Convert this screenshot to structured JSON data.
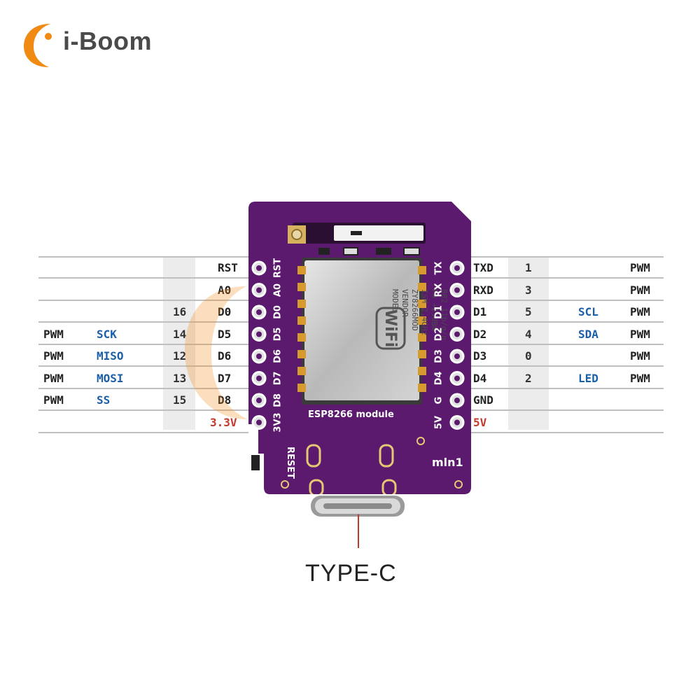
{
  "brand": {
    "name": "i-Boom",
    "accent": "#f08a12",
    "text_color": "#4a4a4a"
  },
  "left_rows": [
    {
      "func": "",
      "alt": "",
      "gpio": "",
      "label": "RST"
    },
    {
      "func": "",
      "alt": "",
      "gpio": "",
      "label": "A0"
    },
    {
      "func": "",
      "alt": "",
      "gpio": "16",
      "label": "D0"
    },
    {
      "func": "PWM",
      "alt": "SCK",
      "gpio": "14",
      "label": "D5"
    },
    {
      "func": "PWM",
      "alt": "MISO",
      "gpio": "12",
      "label": "D6"
    },
    {
      "func": "PWM",
      "alt": "MOSI",
      "gpio": "13",
      "label": "D7"
    },
    {
      "func": "PWM",
      "alt": "SS",
      "gpio": "15",
      "label": "D8"
    },
    {
      "func": "",
      "alt": "",
      "gpio": "",
      "label": "3.3V"
    }
  ],
  "right_rows": [
    {
      "label": "TXD",
      "gpio": "1",
      "alt": "",
      "func": "PWM"
    },
    {
      "label": "RXD",
      "gpio": "3",
      "alt": "",
      "func": "PWM"
    },
    {
      "label": "D1",
      "gpio": "5",
      "alt": "SCL",
      "func": "PWM"
    },
    {
      "label": "D2",
      "gpio": "4",
      "alt": "SDA",
      "func": "PWM"
    },
    {
      "label": "D3",
      "gpio": "0",
      "alt": "",
      "func": "PWM"
    },
    {
      "label": "D4",
      "gpio": "2",
      "alt": "LED",
      "func": "PWM"
    },
    {
      "label": "GND",
      "gpio": "",
      "alt": "",
      "func": ""
    },
    {
      "label": "5V",
      "gpio": "",
      "alt": "",
      "func": ""
    }
  ],
  "board": {
    "color": "#5b1a6e",
    "left_silk": [
      "RST",
      "A0",
      "D0",
      "D5",
      "D6",
      "D7",
      "D8",
      "3V3"
    ],
    "right_silk": [
      "TX",
      "RX",
      "D1",
      "D2",
      "D3",
      "D4",
      "G",
      "5V"
    ],
    "reset_label": "RESET",
    "brand_label": "mln1",
    "module_label": "ESP8266 module",
    "shield": {
      "logo": "WiFi",
      "lines": [
        "MODEL",
        "VENDOR",
        "ZY8266MOD",
        "ISM 2.4GHz",
        "PA +25dBm",
        "802.11b/g/n"
      ]
    }
  },
  "connector_label": "TYPE-C",
  "colors": {
    "power_red": "#c0392b",
    "function_blue": "#1a5fa8"
  }
}
